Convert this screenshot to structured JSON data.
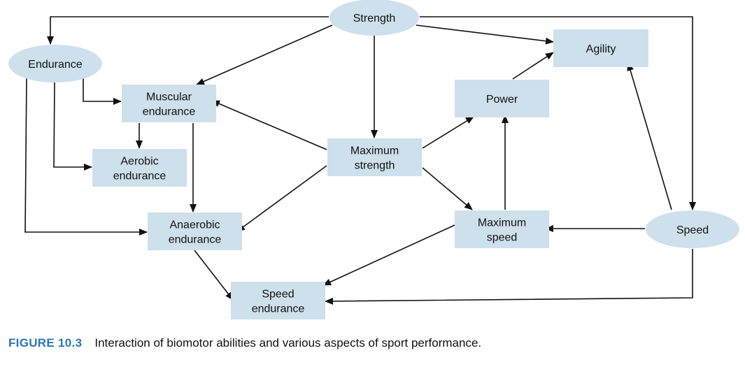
{
  "diagram": {
    "fill_color": "#cde0ec",
    "line_color": "#111111",
    "nodes": {
      "strength": {
        "shape": "ellipse",
        "lines": [
          "Strength"
        ]
      },
      "endurance": {
        "shape": "ellipse",
        "lines": [
          "Endurance"
        ]
      },
      "speed": {
        "shape": "ellipse",
        "lines": [
          "Speed"
        ]
      },
      "agility": {
        "shape": "box",
        "lines": [
          "Agility"
        ]
      },
      "muscular_endurance": {
        "shape": "box",
        "lines": [
          "Muscular",
          "endurance"
        ]
      },
      "aerobic_endurance": {
        "shape": "box",
        "lines": [
          "Aerobic",
          "endurance"
        ]
      },
      "power": {
        "shape": "box",
        "lines": [
          "Power"
        ]
      },
      "maximum_strength": {
        "shape": "box",
        "lines": [
          "Maximum",
          "strength"
        ]
      },
      "anaerobic_endurance": {
        "shape": "box",
        "lines": [
          "Anaerobic",
          "endurance"
        ]
      },
      "maximum_speed": {
        "shape": "box",
        "lines": [
          "Maximum",
          "speed"
        ]
      },
      "speed_endurance": {
        "shape": "box",
        "lines": [
          "Speed",
          "endurance"
        ]
      }
    },
    "edges": [
      {
        "from": "strength",
        "to": "endurance"
      },
      {
        "from": "strength",
        "to": "speed"
      },
      {
        "from": "strength",
        "to": "agility"
      },
      {
        "from": "strength",
        "to": "muscular_endurance"
      },
      {
        "from": "strength",
        "to": "maximum_strength"
      },
      {
        "from": "endurance",
        "to": "muscular_endurance"
      },
      {
        "from": "endurance",
        "to": "aerobic_endurance"
      },
      {
        "from": "endurance",
        "to": "anaerobic_endurance"
      },
      {
        "from": "muscular_endurance",
        "to": "aerobic_endurance"
      },
      {
        "from": "muscular_endurance",
        "to": "anaerobic_endurance"
      },
      {
        "from": "maximum_strength",
        "to": "muscular_endurance"
      },
      {
        "from": "maximum_strength",
        "to": "anaerobic_endurance"
      },
      {
        "from": "maximum_strength",
        "to": "power"
      },
      {
        "from": "maximum_strength",
        "to": "maximum_speed"
      },
      {
        "from": "power",
        "to": "agility"
      },
      {
        "from": "maximum_speed",
        "to": "power"
      },
      {
        "from": "maximum_speed",
        "to": "speed_endurance"
      },
      {
        "from": "speed",
        "to": "agility"
      },
      {
        "from": "speed",
        "to": "maximum_speed"
      },
      {
        "from": "speed",
        "to": "speed_endurance"
      },
      {
        "from": "anaerobic_endurance",
        "to": "speed_endurance"
      }
    ]
  },
  "caption": {
    "label": "FIGURE 10.3",
    "text": "Interaction of biomotor abilities and various aspects of sport performance.",
    "label_color": "#2a77b8"
  }
}
